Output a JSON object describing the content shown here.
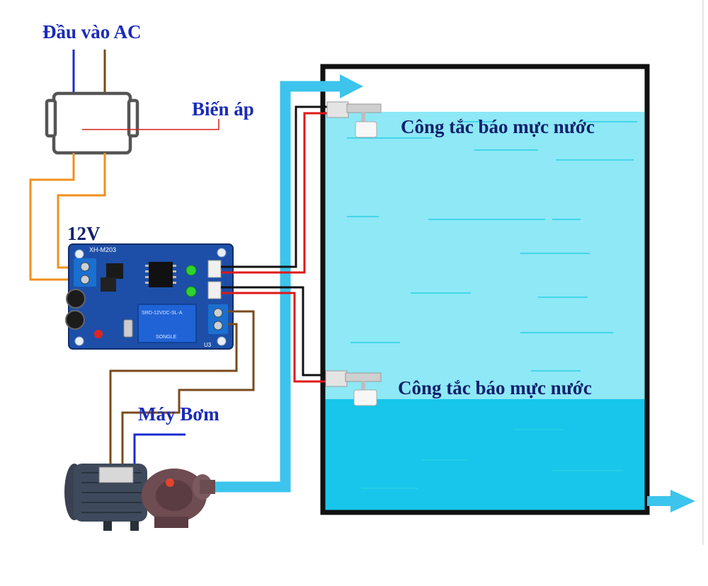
{
  "labels": {
    "ac_input": "Đầu vào AC",
    "transformer": "Biến áp",
    "voltage_12v": "12V",
    "pump": "Máy Bơm",
    "switch_top": "Công tắc báo mực nước",
    "switch_bottom": "Công tắc báo mực nước"
  },
  "board": {
    "model": "XH-M203",
    "relay_text": "SRD-12VDC-SL-A",
    "relay_brand": "SONGLE",
    "relay_tag": "U3"
  },
  "colors": {
    "water_light": "#8ee8f6",
    "water_dark": "#17c6ea",
    "pipe": "#3cc4ec",
    "wire_blue": "#1a2bd0",
    "wire_brown": "#7a4a1c",
    "wire_orange": "#f0901e",
    "wire_red": "#e01818",
    "wire_black": "#111111",
    "board_pcb": "#1d4fa8",
    "terminal_blue": "#1a6fd0"
  }
}
